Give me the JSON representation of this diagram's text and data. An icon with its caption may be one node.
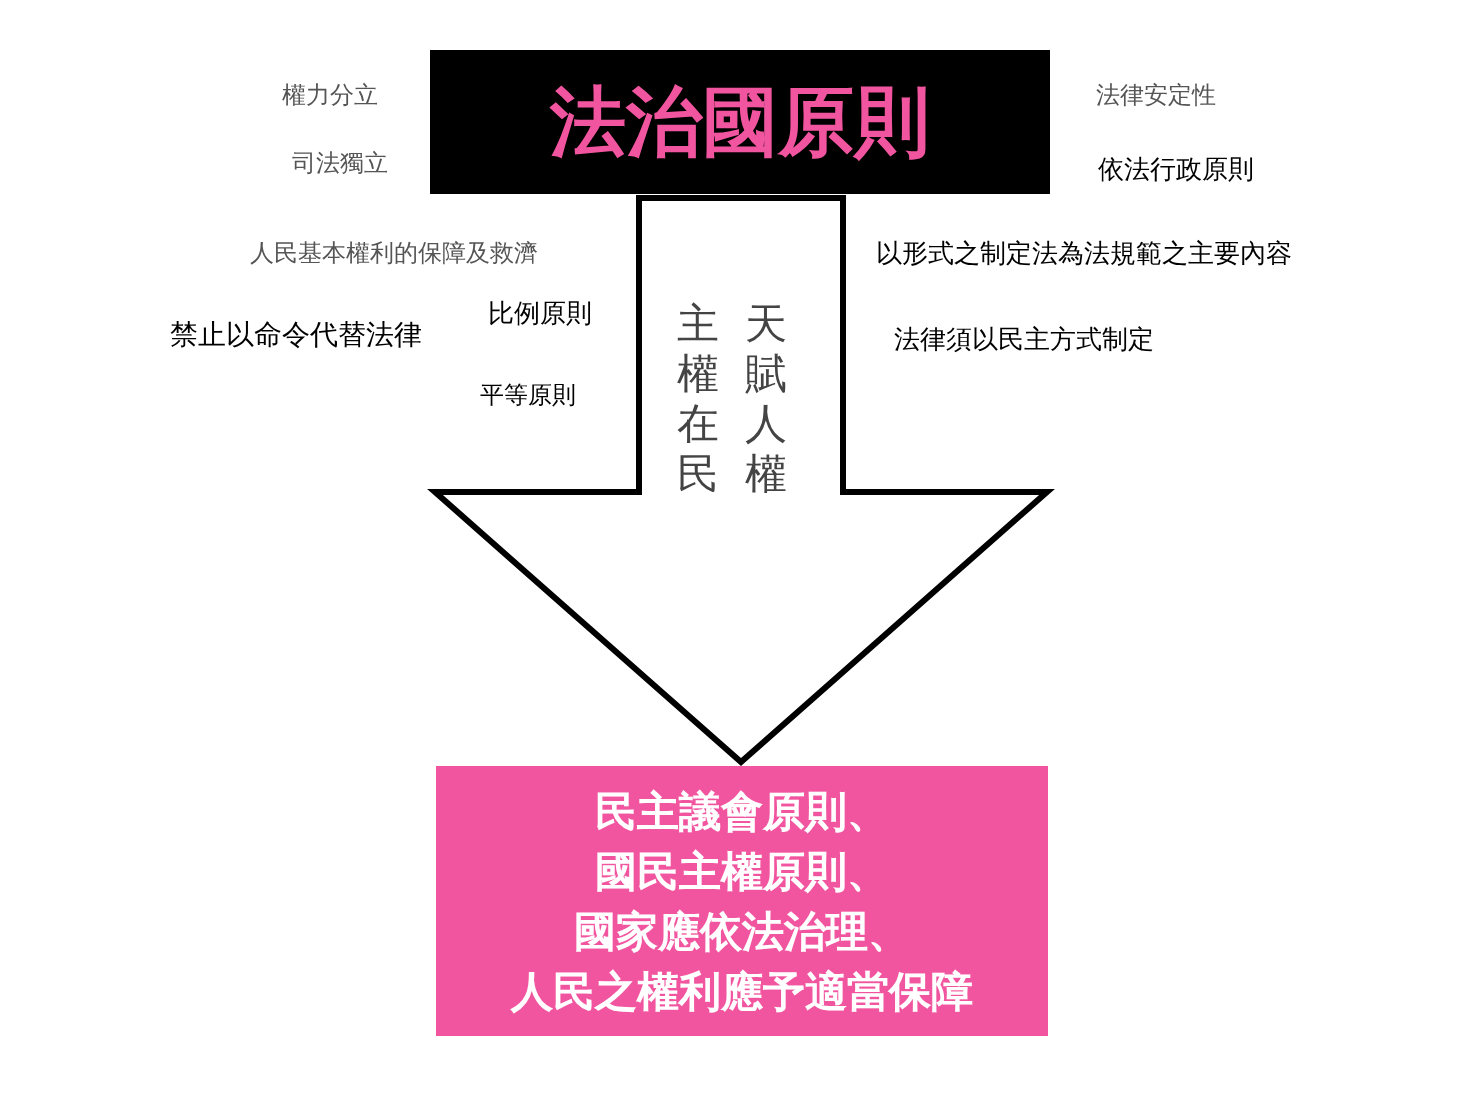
{
  "diagram": {
    "nodes": [
      {
        "text": [
          "法治國原則"
        ]
      },
      {
        "text": [
          "主權在民",
          "天賦人權"
        ]
      },
      {
        "text": [
          "民主議會原則、國民主權原則、國家應依法治理、人民之權利應予適當保障"
        ]
      }
    ],
    "edges": [
      {
        "from": 0,
        "to": 2,
        "arrow": "to"
      }
    ],
    "labels": [
      "權力分立",
      "法律安定性",
      "司法獨立",
      "依法行政原則",
      "人民基本權利的保障及救濟",
      "以形式之制定法為法規範之主要內容",
      "比例原則",
      "禁止以命令代替法律",
      "法律須以民主方式制定",
      "平等原則"
    ]
  }
}
